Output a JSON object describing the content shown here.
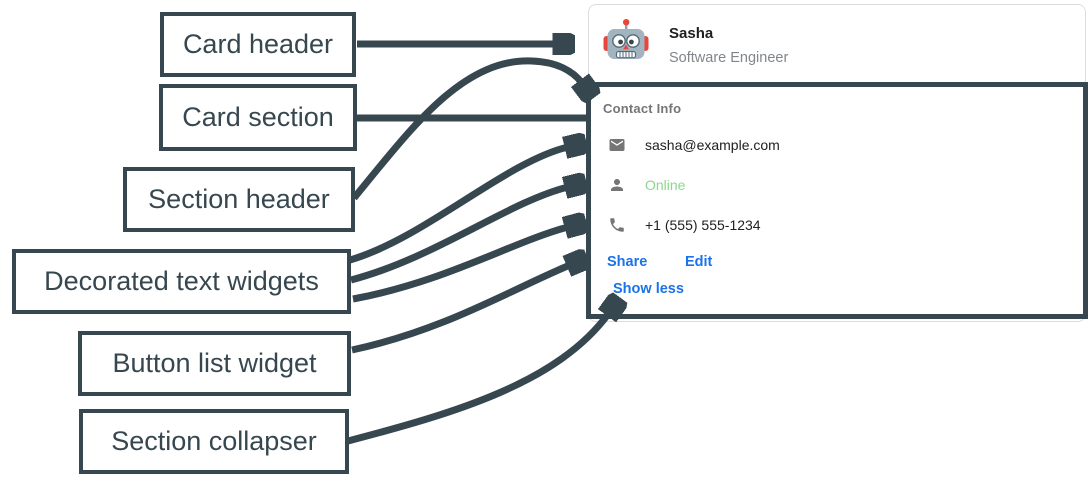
{
  "colors": {
    "annotation_dark": "#37474F",
    "link_blue": "#1a73e8",
    "online_green": "#8ad88a",
    "muted_gray": "#757575",
    "text_dark": "#202124",
    "card_border": "#dadce0"
  },
  "annotations": {
    "labels": [
      {
        "id": "card-header",
        "text": "Card header"
      },
      {
        "id": "card-section",
        "text": "Card section"
      },
      {
        "id": "section-header",
        "text": "Section header"
      },
      {
        "id": "decorated-text-widgets",
        "text": "Decorated text widgets"
      },
      {
        "id": "button-list-widget",
        "text": "Button list widget"
      },
      {
        "id": "section-collapser",
        "text": "Section collapser"
      }
    ]
  },
  "card": {
    "header": {
      "name": "Sasha",
      "subtitle": "Software Engineer",
      "avatar": "robot-avatar"
    },
    "section": {
      "title": "Contact Info",
      "rows": [
        {
          "icon": "email-icon",
          "text": "sasha@example.com",
          "color": "#202124"
        },
        {
          "icon": "person-icon",
          "text": "Online",
          "color": "#8ad88a"
        },
        {
          "icon": "phone-icon",
          "text": "+1 (555) 555-1234",
          "color": "#202124"
        }
      ],
      "buttons": [
        {
          "label": "Share"
        },
        {
          "label": "Edit"
        }
      ],
      "collapser_label": "Show less"
    }
  }
}
